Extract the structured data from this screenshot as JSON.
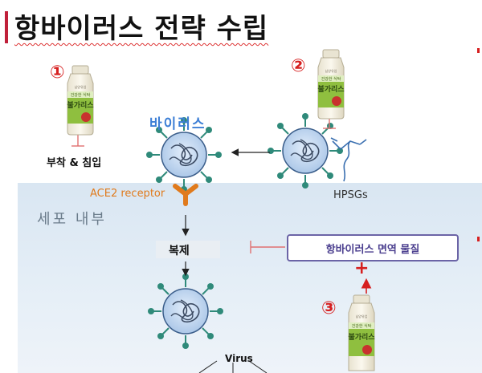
{
  "title": "항바이러스 전략 수립",
  "labels": {
    "virus": "바이러스",
    "attach": "부착 & 침입",
    "ace2": "ACE2 receptor",
    "hpsgs": "HPSGs",
    "cell_inside": "세포 내부",
    "replication": "복제",
    "antiviral": "항바이러스 면역 물질",
    "virus_bottom": "Virus"
  },
  "markers": [
    "①",
    "②",
    "③"
  ],
  "plus": "+",
  "bottle": {
    "line1": "건강한 식탁",
    "line2": "불가리스",
    "brand": "남양유업"
  },
  "colors": {
    "title_bar": "#c0203a",
    "virus_text": "#3d7fd6",
    "ace2": "#e07a1c",
    "inhibit": "#e07070",
    "marker": "#d61f1f",
    "antiviral_border": "#6b64a6"
  }
}
